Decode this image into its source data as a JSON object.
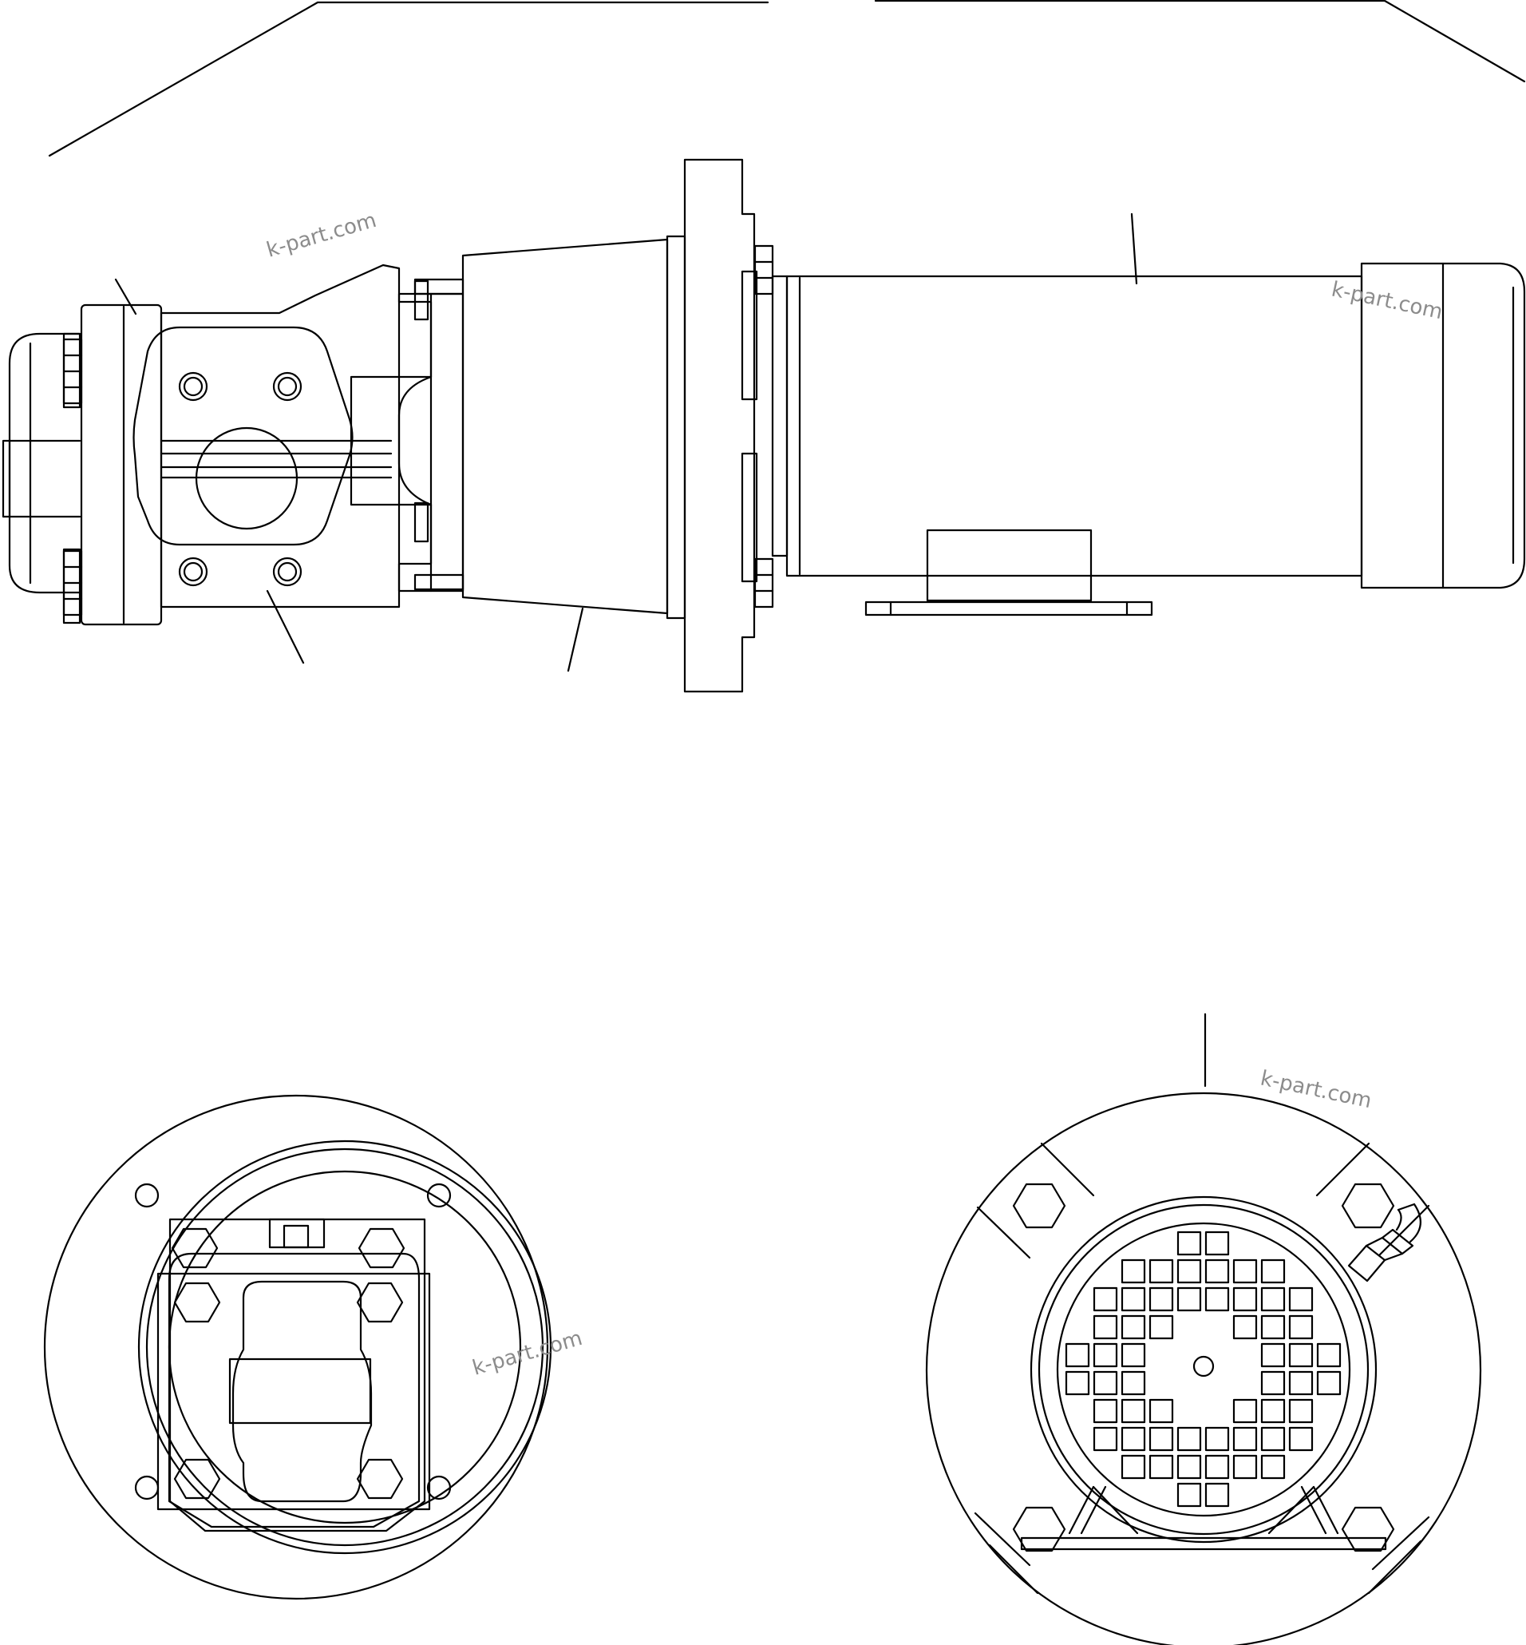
{
  "watermarks": [
    "k-part.com",
    "k-part.com",
    "k-part.com",
    "k-part.com"
  ],
  "colors": {
    "line": "#000000",
    "watermark": "#8c8c8c",
    "background": "#ffffff"
  }
}
